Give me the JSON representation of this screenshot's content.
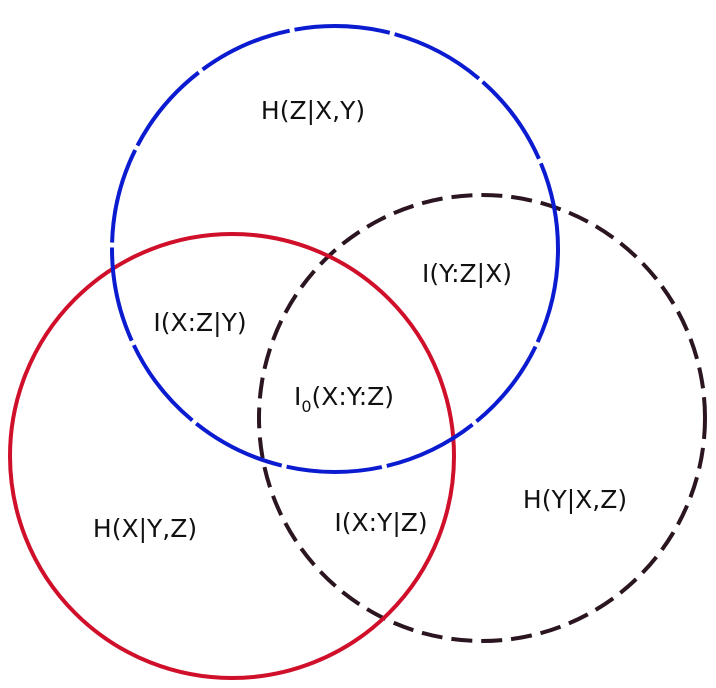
{
  "diagram": {
    "colors": {
      "circle_z": "#0b1bd0",
      "circle_x": "#d0102a",
      "circle_y": "#2a1520",
      "text": "#111111"
    },
    "regions": {
      "h_z_given_xy": "H(Z|X,Y)",
      "i_yz_given_x": "I(Y:Z|X)",
      "i_xz_given_y": "I(X:Z|Y)",
      "i0_xyz_prefix": "I",
      "i0_xyz_subscript": "0",
      "i0_xyz_suffix": "(X:Y:Z)",
      "h_y_given_xz": "H(Y|X,Z)",
      "h_x_given_yz": "H(X|Y,Z)",
      "i_xy_given_z": "I(X:Y|Z)"
    }
  }
}
